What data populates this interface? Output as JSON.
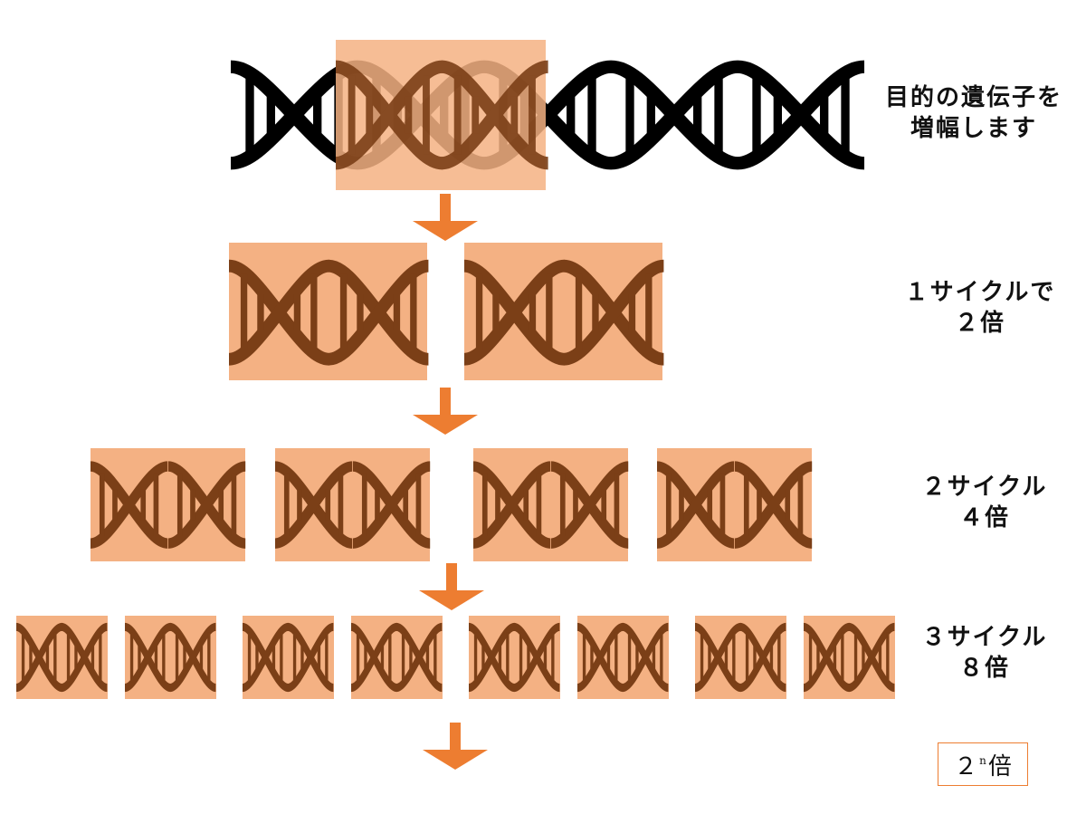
{
  "labels": [
    {
      "line1": "目的の遺伝子を",
      "line2": "増幅します"
    },
    {
      "line1": "１サイクルで",
      "line2": "２倍"
    },
    {
      "line1": "２サイクル",
      "line2": "４倍"
    },
    {
      "line1": "３サイクル",
      "line2": "８倍"
    }
  ],
  "result": {
    "base": "２",
    "exponent": "n",
    "suffix": "倍"
  },
  "colors": {
    "dna_original": "#000000",
    "dna_copy": "#7B3F17",
    "highlight": "#F4B183",
    "arrow": "#ED7D31"
  }
}
